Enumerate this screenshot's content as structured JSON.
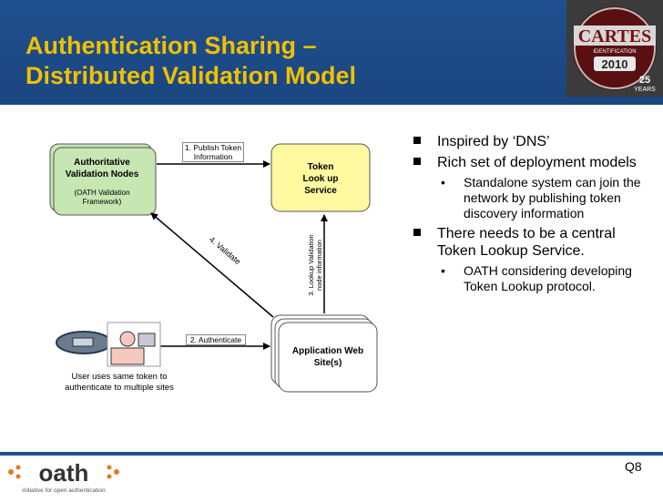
{
  "slide": {
    "title_line1": "Authentication Sharing –",
    "title_line2": "Distributed Validation Model",
    "number": "Q8"
  },
  "logo_cartes": {
    "brand": "CARTES",
    "sub": "IDENTIFICATION",
    "year": "2010",
    "anniv_num": "25",
    "anniv_word": "YEARS"
  },
  "logo_oath": {
    "word": "oath",
    "tagline": "initiative for open authentication"
  },
  "diagram": {
    "auth_nodes_title1": "Authoritative",
    "auth_nodes_title2": "Validation Nodes",
    "auth_nodes_sub1": "(OATH Validation",
    "auth_nodes_sub2": "Framework)",
    "token_lookup1": "Token",
    "token_lookup2": "Look up",
    "token_lookup3": "Service",
    "app_web1": "Application Web",
    "app_web2": "Site(s)",
    "step1_line1": "1. Publish Token",
    "step1_line2": "Information",
    "step2": "2. Authenticate",
    "step3_line1": "3. Lookup Validation",
    "step3_line2": "node information",
    "step4": "4. Validate",
    "user_caption1": "User uses same token to",
    "user_caption2": "authenticate to multiple sites"
  },
  "bullets": [
    {
      "level": 1,
      "text": "Inspired by ‘DNS’"
    },
    {
      "level": 1,
      "text": "Rich set of deployment models"
    },
    {
      "level": 2,
      "text": "Standalone system can join the network by publishing token discovery information"
    },
    {
      "level": 1,
      "text": "There needs to be a central Token Lookup Service."
    },
    {
      "level": 2,
      "text": "OATH considering developing Token Lookup protocol."
    }
  ]
}
